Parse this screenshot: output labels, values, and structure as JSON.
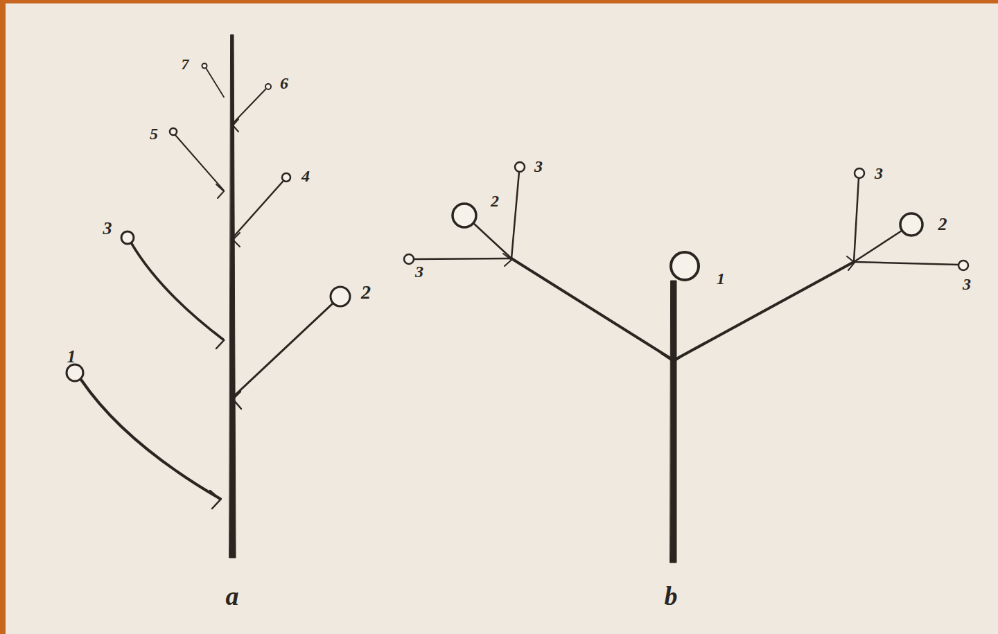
{
  "diagram": {
    "labels": [
      "1",
      "2",
      "3",
      "4",
      "5",
      "6",
      "7",
      "a",
      "3",
      "2",
      "3",
      "1",
      "3",
      "2",
      "3",
      "b"
    ]
  }
}
